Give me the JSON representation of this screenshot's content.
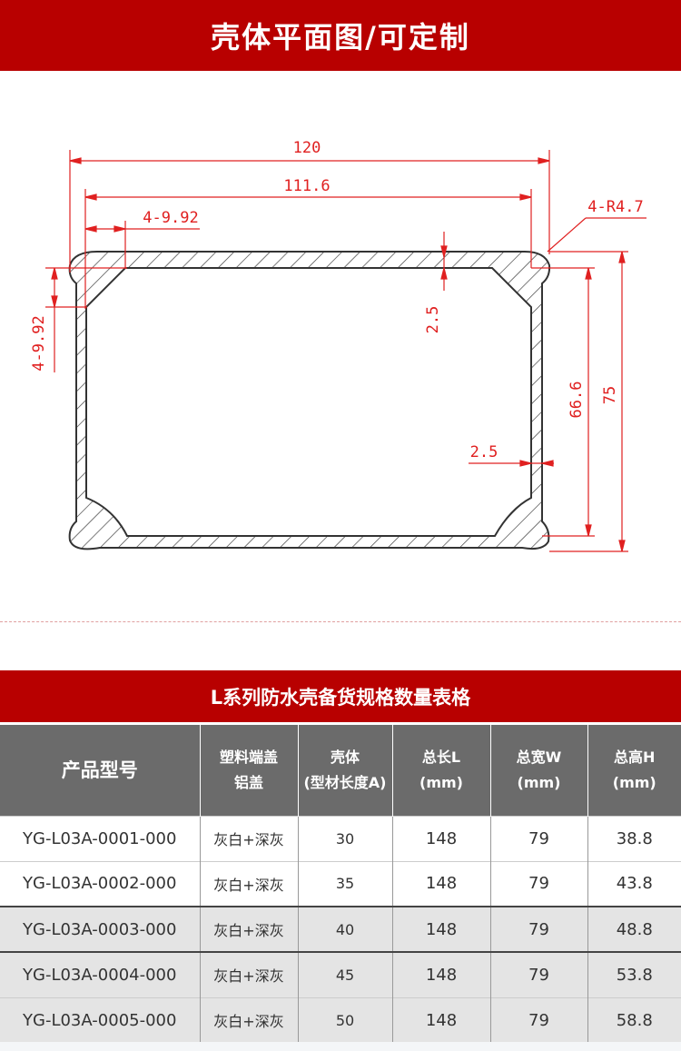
{
  "header": {
    "title": "壳体平面图/可定制"
  },
  "drawing": {
    "dim_total_width": "120",
    "dim_inner_width": "111.6",
    "dim_corner_h": "4-9.92",
    "dim_corner_radius": "4-R4.7",
    "dim_corner_v": "4-9.92",
    "dim_wall_top": "2.5",
    "dim_wall_right": "2.5",
    "dim_inner_height": "66.6",
    "dim_total_height": "75",
    "line_color": "#e02020"
  },
  "table": {
    "title": "L系列防水壳备货规格数量表格",
    "headers": [
      {
        "l1": "产品型号",
        "l2": ""
      },
      {
        "l1": "塑料端盖",
        "l2": "铝盖"
      },
      {
        "l1": "壳体",
        "l2": "(型材长度A)"
      },
      {
        "l1": "总长L",
        "l2": "(mm)"
      },
      {
        "l1": "总宽W",
        "l2": "(mm)"
      },
      {
        "l1": "总高H",
        "l2": "(mm)"
      }
    ],
    "rows": [
      [
        "YG-L03A-0001-000",
        "灰白+深灰",
        "30",
        "148",
        "79",
        "38.8"
      ],
      [
        "YG-L03A-0002-000",
        "灰白+深灰",
        "35",
        "148",
        "79",
        "43.8"
      ],
      [
        "YG-L03A-0003-000",
        "灰白+深灰",
        "40",
        "148",
        "79",
        "48.8"
      ],
      [
        "YG-L03A-0004-000",
        "灰白+深灰",
        "45",
        "148",
        "79",
        "53.8"
      ],
      [
        "YG-L03A-0005-000",
        "灰白+深灰",
        "50",
        "148",
        "79",
        "58.8"
      ]
    ]
  }
}
